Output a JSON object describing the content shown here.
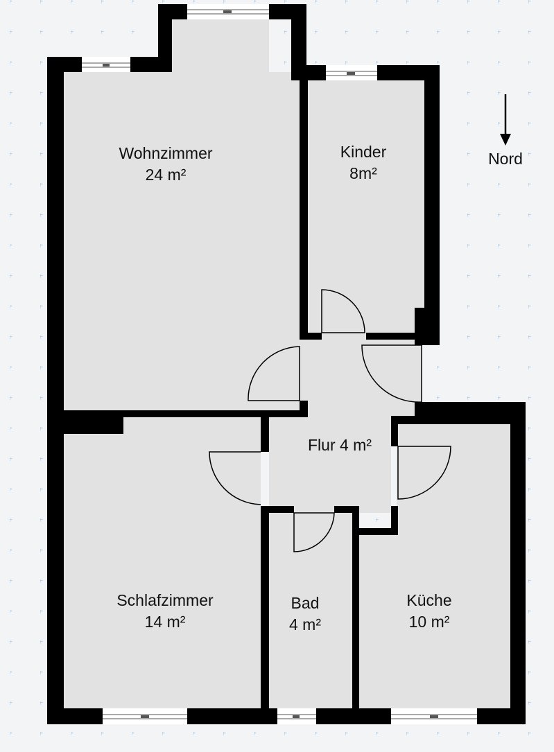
{
  "plan": {
    "rooms": [
      {
        "id": "wohnzimmer",
        "name": "Wohnzimmer",
        "area": "24 m²"
      },
      {
        "id": "kinder",
        "name": "Kinder",
        "area": "8m²"
      },
      {
        "id": "flur",
        "name": "Flur 4 m²",
        "area": ""
      },
      {
        "id": "schlafzimmer",
        "name": "Schlafzimmer",
        "area": "14 m²"
      },
      {
        "id": "bad",
        "name": "Bad",
        "area": "4 m²"
      },
      {
        "id": "kueche",
        "name": "Küche",
        "area": "10 m²"
      }
    ],
    "north": {
      "label": "Nord",
      "icon": "arrow-down-icon"
    }
  },
  "colors": {
    "background": "#f3f4f6",
    "grid_dot": "#b8cfe6",
    "floor": "#e2e2e2",
    "wall": "#000000",
    "window": "#ffffff"
  }
}
